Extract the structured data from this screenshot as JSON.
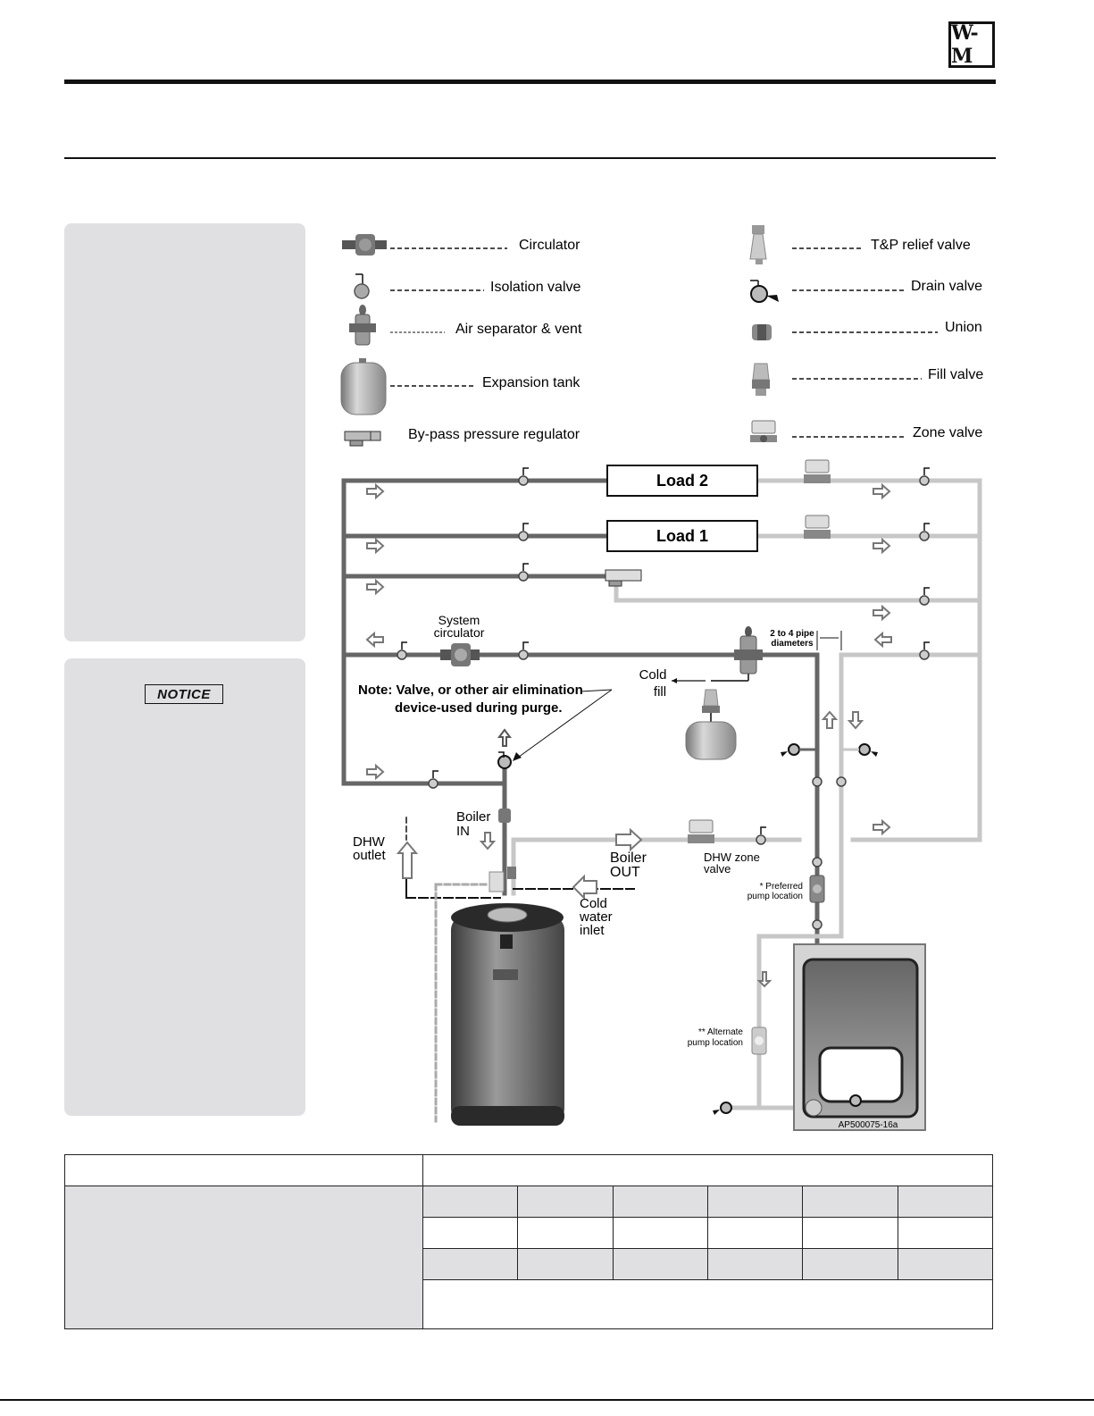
{
  "logo": {
    "text": "W-M"
  },
  "notice": {
    "label": "NOTICE"
  },
  "legend": {
    "left": [
      {
        "label": "Circulator",
        "icon": "circulator-icon"
      },
      {
        "label": "Isolation valve",
        "icon": "isolation-valve-icon"
      },
      {
        "label": "Air separator & vent",
        "icon": "air-separator-icon"
      },
      {
        "label": "Expansion tank",
        "icon": "expansion-tank-icon"
      },
      {
        "label": "By-pass pressure regulator",
        "icon": "bypass-regulator-icon"
      }
    ],
    "right": [
      {
        "label": "T&P relief valve",
        "icon": "relief-valve-icon"
      },
      {
        "label": "Drain valve",
        "icon": "drain-valve-icon"
      },
      {
        "label": "Union",
        "icon": "union-icon"
      },
      {
        "label": "Fill valve",
        "icon": "fill-valve-icon"
      },
      {
        "label": "Zone valve",
        "icon": "zone-valve-icon"
      }
    ]
  },
  "diagram": {
    "load2": "Load 2",
    "load1": "Load 1",
    "system_circulator_l1": "System",
    "system_circulator_l2": "circulator",
    "pipe_diam_l1": "2 to 4 pipe",
    "pipe_diam_l2": "diameters",
    "cold_fill_l1": "Cold",
    "cold_fill_l2": "fill",
    "note_l1": "Note: Valve, or other air elimination",
    "note_l2": "device-used during purge.",
    "boiler_in_l1": "Boiler",
    "boiler_in_l2": "IN",
    "dhw_outlet_l1": "DHW",
    "dhw_outlet_l2": "outlet",
    "boiler_out_l1": "Boiler",
    "boiler_out_l2": "OUT",
    "dhw_zone_l1": "DHW zone",
    "dhw_zone_l2": "valve",
    "cold_water_l1": "Cold",
    "cold_water_l2": "water",
    "cold_water_l3": "inlet",
    "preferred_l1": "* Preferred",
    "preferred_l2": "pump location",
    "alternate_l1": "** Alternate",
    "alternate_l2": "pump location",
    "code": "AP500075-16a"
  }
}
